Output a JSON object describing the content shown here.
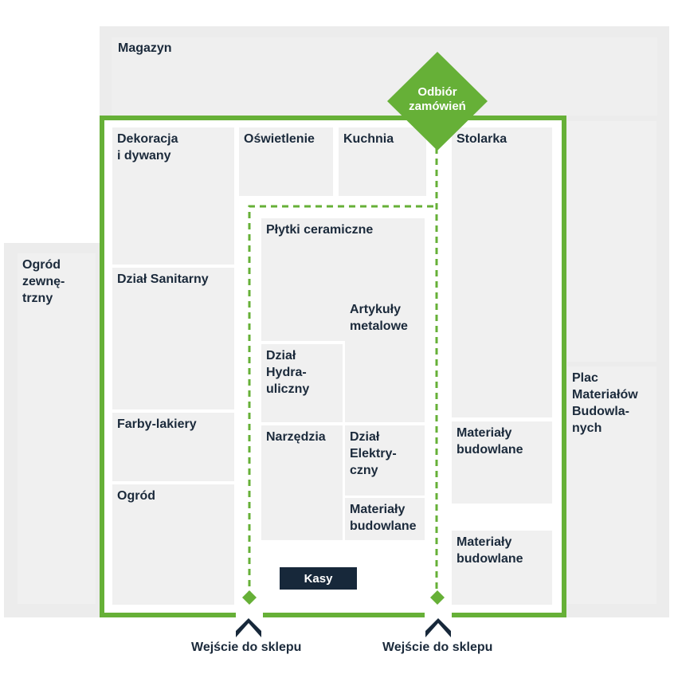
{
  "colors": {
    "green": "#66b037",
    "navy": "#17283a",
    "zone_fill": "#f0f0f0",
    "outer_fill": "#ececec"
  },
  "zones": {
    "magazyn": "Magazyn",
    "ogrod_zewnetrzny": "Ogród\nzewnę-\ntrzny",
    "plac_materialow": "Plac\nMateriałów\nBudowla-\nnych",
    "odbior": "Odbiór\nzamówień"
  },
  "departments": {
    "dekoracja": "Dekoracja\ni dywany",
    "oswietlenie": "Oświetlenie",
    "kuchnia": "Kuchnia",
    "stolarka": "Stolarka",
    "sanitarny": "Dział Sanitarny",
    "plytki": "Płytki ceramiczne",
    "artykuly_metalowe": "Artykuły\nmetalowe",
    "hydrauliczny": "Dział\nHydra-\nuliczny",
    "farby": "Farby-lakiery",
    "narzedzia": "Narzędzia",
    "elektryczny": "Dział\nElektry-\nczny",
    "materialy_right_top": "Materiały\nbudowlane",
    "ogrod": "Ogród",
    "materialy_center": "Materiały\nbudowlane",
    "materialy_right_bottom": "Materiały\nbudowlane"
  },
  "kasy": "Kasy",
  "entrances": {
    "left": "Wejście do sklepu",
    "right": "Wejście do sklepu"
  },
  "icons": {
    "entrance": "double-chevron-up-icon",
    "pickup": "diamond-icon",
    "path_marker": "diamond-icon"
  }
}
